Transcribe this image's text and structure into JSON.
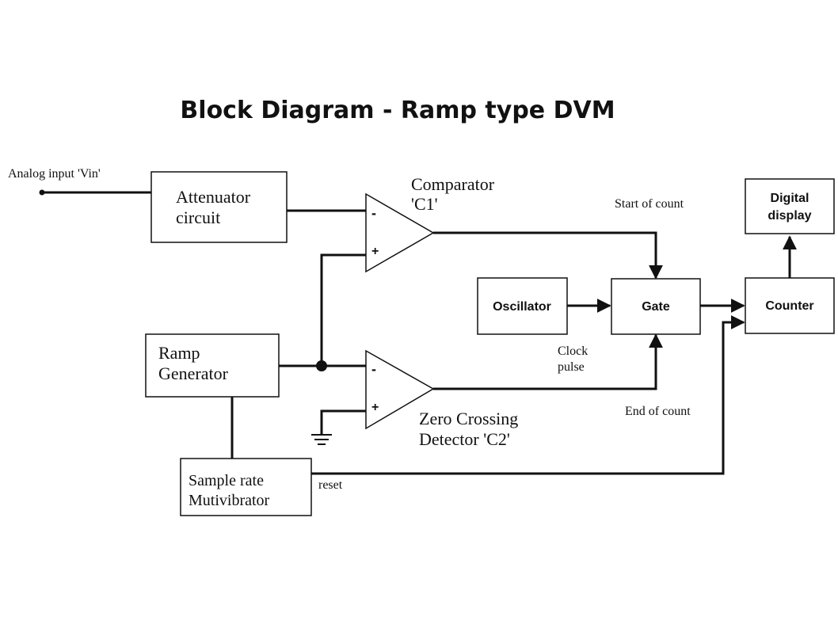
{
  "title": "Block Diagram - Ramp type DVM",
  "input_label": "Analog input 'Vin'",
  "blocks": {
    "attenuator": [
      "Attenuator",
      "circuit"
    ],
    "ramp": [
      "Ramp",
      "Generator"
    ],
    "sample": [
      "Sample rate",
      "Mutivibrator"
    ],
    "oscillator": "Oscillator",
    "gate": "Gate",
    "counter": "Counter",
    "display": [
      "Digital",
      "display"
    ]
  },
  "comparators": {
    "c1": [
      "Comparator",
      "'C1'"
    ],
    "c2": [
      "Zero Crossing",
      "Detector 'C2'"
    ]
  },
  "pins": {
    "minus": "-",
    "plus": "+"
  },
  "signals": {
    "start": "Start of count",
    "end": "End of count",
    "clock": [
      "Clock",
      "pulse"
    ],
    "reset": "reset"
  }
}
